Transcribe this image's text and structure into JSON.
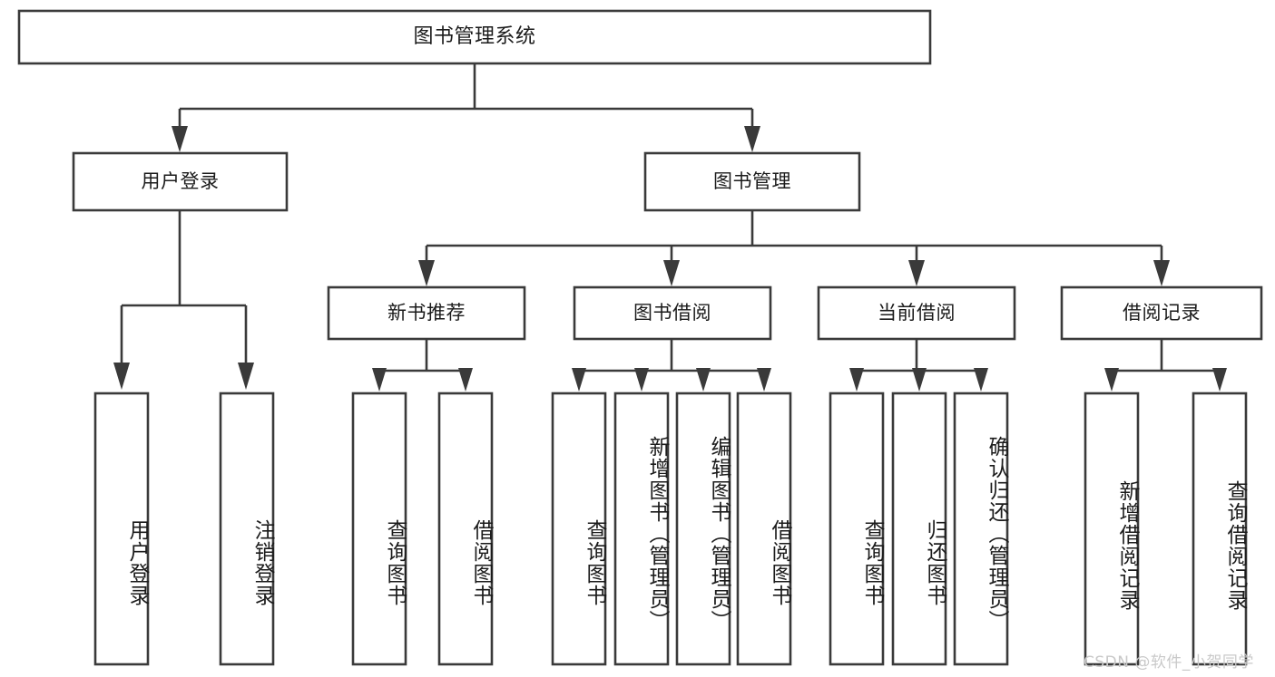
{
  "diagram": {
    "type": "tree-hierarchy-chart",
    "title": "图书管理系统",
    "colors": {
      "box_stroke": "#3a3a3a",
      "box_fill": "#ffffff",
      "connector": "#3a3a3a",
      "text": "#1b1b1b",
      "watermark": "#c9c9c9",
      "background": "#ffffff"
    },
    "levels": {
      "root": {
        "label": "图书管理系统"
      },
      "level2": [
        {
          "label": "用户登录"
        },
        {
          "label": "图书管理"
        }
      ],
      "level3": [
        {
          "label": "新书推荐"
        },
        {
          "label": "图书借阅"
        },
        {
          "label": "当前借阅"
        },
        {
          "label": "借阅记录"
        }
      ],
      "leaves": {
        "user_login": [
          {
            "label": "用户登录"
          },
          {
            "label": "注销登录"
          }
        ],
        "new_book_recommend": [
          {
            "label": "查询图书"
          },
          {
            "label": "借阅图书"
          }
        ],
        "book_borrow": [
          {
            "label": "查询图书"
          },
          {
            "label": "新增图书（管理员）"
          },
          {
            "label": "编辑图书（管理员）"
          },
          {
            "label": "借阅图书"
          }
        ],
        "current_borrow": [
          {
            "label": "查询图书"
          },
          {
            "label": "归还图书"
          },
          {
            "label": "确认归还（管理员）"
          }
        ],
        "borrow_record": [
          {
            "label": "新增借阅记录"
          },
          {
            "label": "查询借阅记录"
          }
        ]
      }
    },
    "watermark": "CSDN @软件_小贺同学"
  }
}
